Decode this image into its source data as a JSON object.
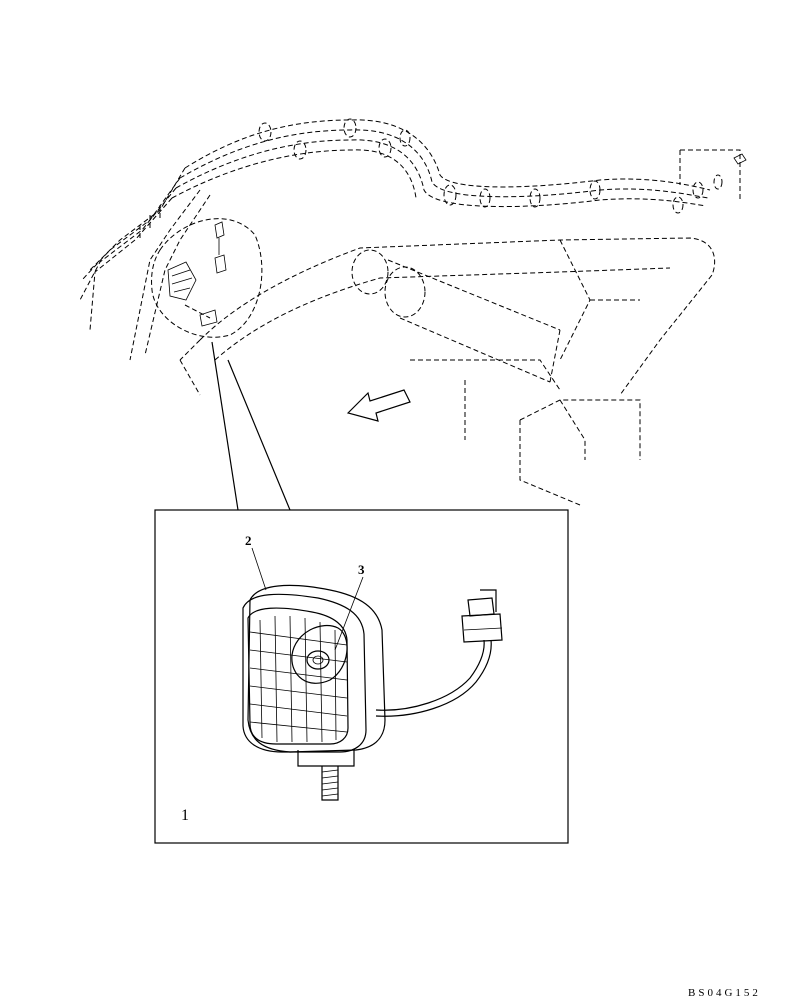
{
  "labels": {
    "callout_2": "2",
    "callout_3": "3",
    "figure_number": "1",
    "drawing_code": "BS04G152"
  }
}
